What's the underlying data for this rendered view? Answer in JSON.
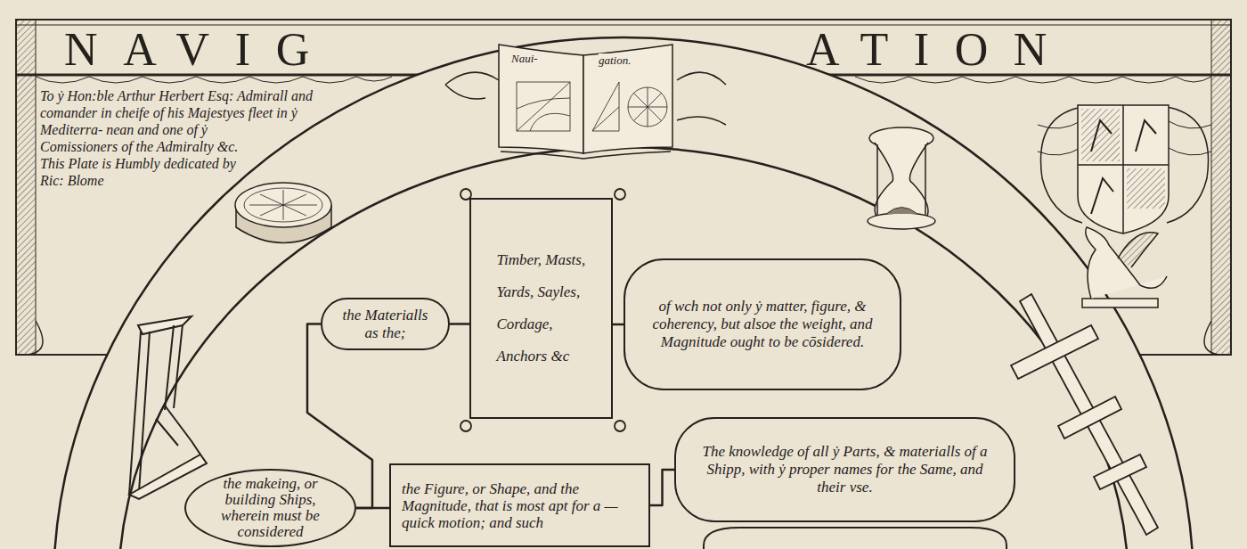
{
  "diagram": {
    "nodes": [
      {
        "text": [
          "the Materialls as the;"
        ]
      },
      {
        "text": [
          "Timber, Masts, Yards, Sayles, Cordage, Anchors &c"
        ]
      },
      {
        "text": [
          "of wch not only ẏ matter, figure, & coherency, but alsoe the weight, and Magnitude ought to be cōsidered."
        ]
      },
      {
        "text": [
          "The knowledge of all ẏ Parts, & materialls of a Shipp, with ẏ proper names for the Same, and their vse."
        ]
      },
      {
        "text": [
          "the makeing, or building Ships, wherein must be considered"
        ]
      },
      {
        "text": [
          "the Figure, or Shape, and the Magnitude, that is most apt for a — quick motion; and such"
        ]
      }
    ],
    "edges": [
      {
        "from": 4,
        "to": 0,
        "arrow": "none"
      },
      {
        "from": 4,
        "to": 5,
        "arrow": "none"
      },
      {
        "from": 0,
        "to": 1,
        "arrow": "none"
      },
      {
        "from": 1,
        "to": 2,
        "arrow": "none"
      },
      {
        "from": 5,
        "to": 3,
        "arrow": "none"
      }
    ],
    "labels": [
      "NAVIG",
      "ATION",
      "To ẏ Hon:ble Arthur Herbert Esq: Admirall and comander in cheife of his Majestyes fleet in ẏ Mediterra- nean and one of ẏ Comissioners of the Admiralty &c. This Plate is Humbly dedicated by Ric: Blome",
      "Naui-",
      "gation."
    ]
  }
}
